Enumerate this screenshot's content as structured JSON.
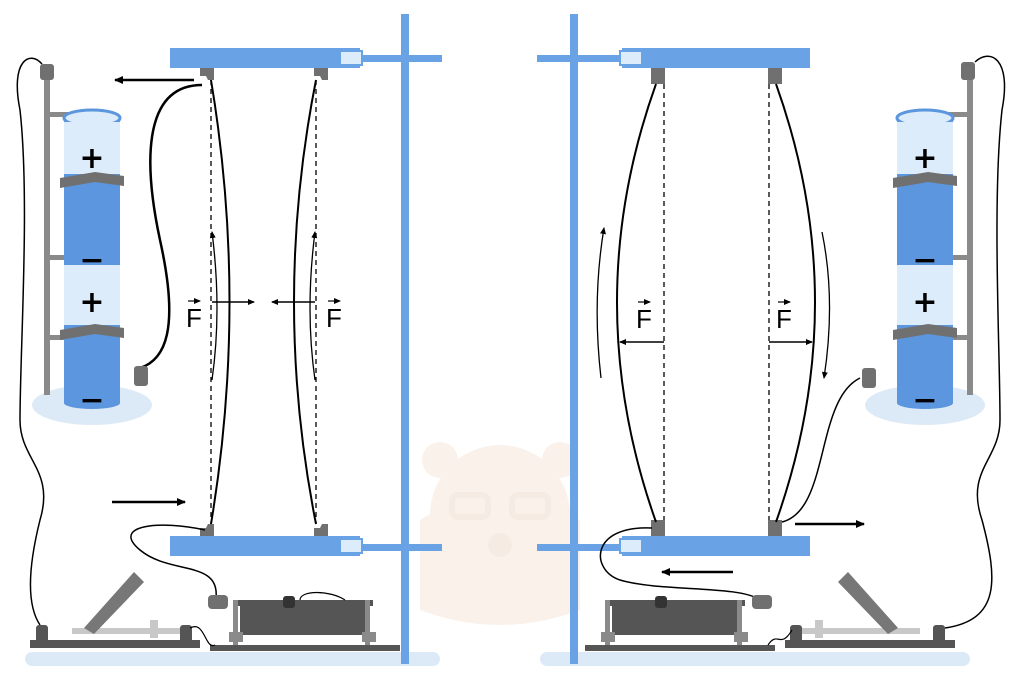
{
  "figure": {
    "left_setup": {
      "force_left": "F",
      "force_right": "F",
      "battery_signs": [
        "+",
        "−",
        "+",
        "−"
      ]
    },
    "right_setup": {
      "force_left": "F",
      "force_right": "F",
      "battery_signs": [
        "+",
        "−",
        "+",
        "−"
      ]
    }
  },
  "colors": {
    "blue_bar": "#6aa2e6",
    "blue_battery": "#5b96de",
    "light_battery": "#dcecfb",
    "gray_dark": "#555555",
    "gray_mid": "#8a8a8a",
    "floor": "#dceaf7",
    "watermark": "#f6e7dc"
  },
  "icons": [
    "battery-icon",
    "rheostat-icon",
    "knife-switch-icon",
    "watermark-bear-icon"
  ]
}
